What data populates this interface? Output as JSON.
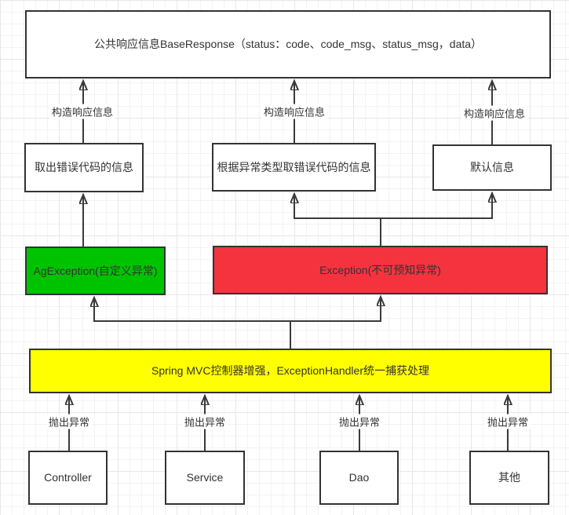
{
  "diagram": {
    "nodes": {
      "base_response": {
        "label": "公共响应信息BaseResponse（status：code、code_msg、status_msg，data）",
        "fill": "#ffffff"
      },
      "extract_error": {
        "label": "取出错误代码的信息",
        "fill": "#ffffff"
      },
      "extract_by_type": {
        "label": "根据异常类型取错误代码的信息",
        "fill": "#ffffff"
      },
      "default_info": {
        "label": "默认信息",
        "fill": "#ffffff"
      },
      "ag_exception": {
        "label": "AgException(自定义异常)",
        "fill": "#00c300"
      },
      "exception": {
        "label": "Exception(不可预知异常)",
        "fill": "#f5333f"
      },
      "handler": {
        "label": "Spring MVC控制器增强，ExceptionHandler统一捕获处理",
        "fill": "#ffff00"
      },
      "controller": {
        "label": "Controller",
        "fill": "#ffffff"
      },
      "service": {
        "label": "Service",
        "fill": "#ffffff"
      },
      "dao": {
        "label": "Dao",
        "fill": "#ffffff"
      },
      "other": {
        "label": "其他",
        "fill": "#ffffff"
      }
    },
    "edge_labels": {
      "construct_left": "构造响应信息",
      "construct_mid": "构造响应信息",
      "construct_right": "构造响应信息",
      "throw_controller": "抛出异常",
      "throw_service": "抛出异常",
      "throw_dao": "抛出异常",
      "throw_other": "抛出异常"
    },
    "colors": {
      "border": "#333333",
      "arrow": "#3a3a3a",
      "custom_exception_green": "#00c300",
      "unknown_exception_red": "#f5333f",
      "handler_yellow": "#ffff00",
      "text": "#333333"
    }
  }
}
